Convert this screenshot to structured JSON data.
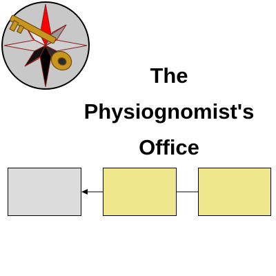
{
  "title": {
    "line1": "The",
    "line2": "Physiognomist's",
    "line3": "Office"
  },
  "logo": {
    "icon": "key-compass-rose-icon",
    "colors": {
      "circle_fill": "#c8c8c8",
      "star_light": "#cfcfcf",
      "star_dark": "#000000",
      "star_accent": "#ff0000",
      "key": "#c8961e"
    }
  },
  "diagram": {
    "boxes": [
      {
        "id": "left",
        "fill": "#dcdcdc"
      },
      {
        "id": "middle",
        "fill": "#f0e68c"
      },
      {
        "id": "right",
        "fill": "#f0e68c"
      }
    ],
    "edges": [
      {
        "from": "middle",
        "to": "left",
        "arrow": true
      },
      {
        "from": "right",
        "to": "middle",
        "arrow": false
      }
    ]
  }
}
